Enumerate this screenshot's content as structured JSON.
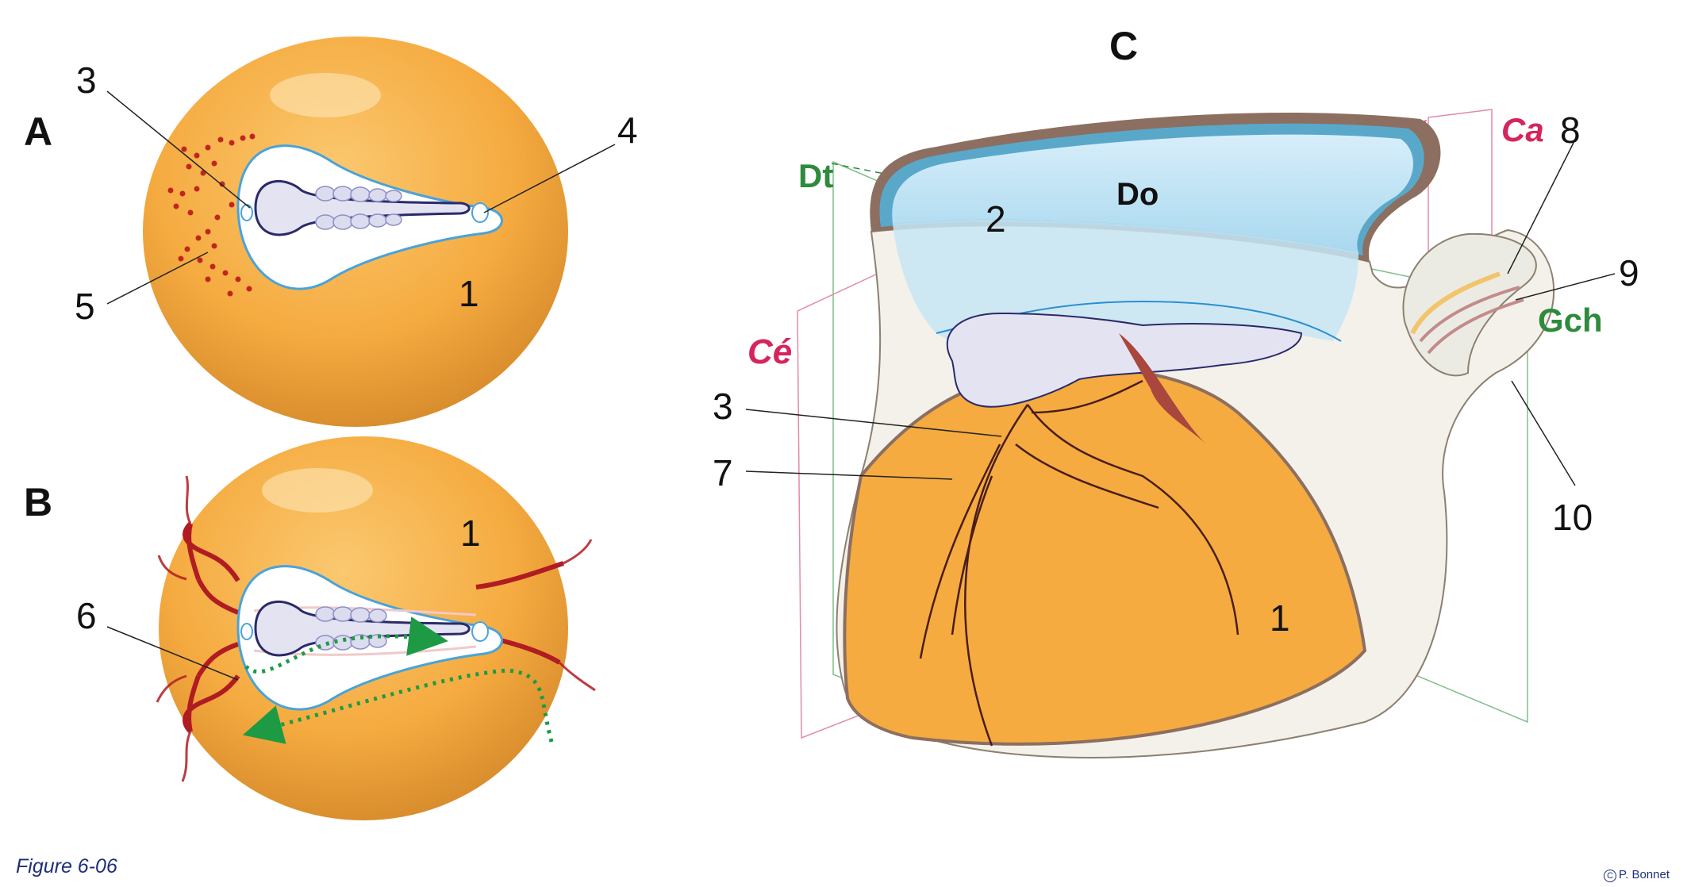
{
  "figure": {
    "caption": "Figure 6-06",
    "credit": "P. Bonnet",
    "credit_symbol": "C"
  },
  "panels": {
    "A": {
      "title": "A",
      "labels": [
        "3",
        "4",
        "5",
        "1"
      ]
    },
    "B": {
      "title": "B",
      "labels": [
        "1",
        "6"
      ]
    },
    "C": {
      "title": "C",
      "labels": [
        "2",
        "Do",
        "3",
        "7",
        "8",
        "9",
        "10",
        "1"
      ],
      "planes": {
        "Dt": "Dt",
        "Ce": "Cé",
        "Ca": "Ca",
        "Gch": "Gch"
      }
    }
  },
  "colors": {
    "yolk": "#f5ab40",
    "embryo": "#e4e3f2",
    "membrane_outline": "#4aa3d8",
    "vessel": "#b01c22",
    "amnion_blue": "#bde3f5",
    "shell_wall": "#8c6f60",
    "arrow_green": "#1e9a44",
    "plane_green": "#2e8b3c",
    "plane_red": "#d6245c"
  }
}
